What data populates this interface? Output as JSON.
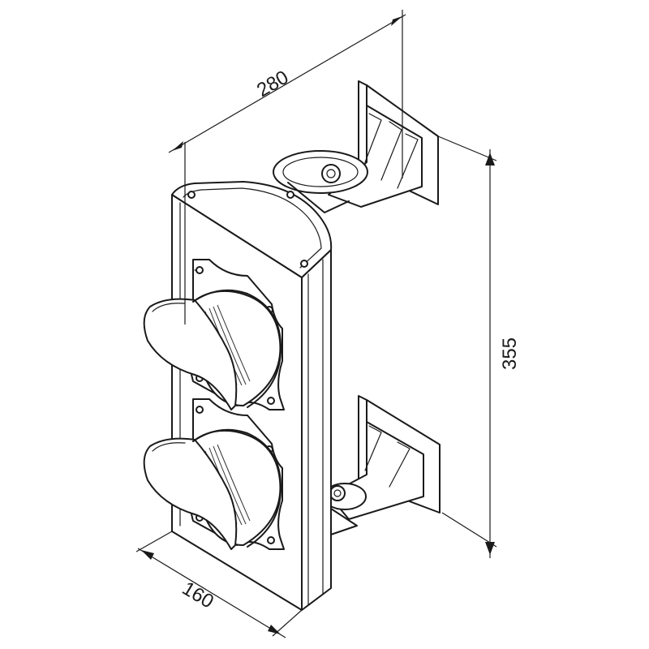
{
  "dimensions": {
    "width": "280",
    "height": "355",
    "depth": "160"
  }
}
